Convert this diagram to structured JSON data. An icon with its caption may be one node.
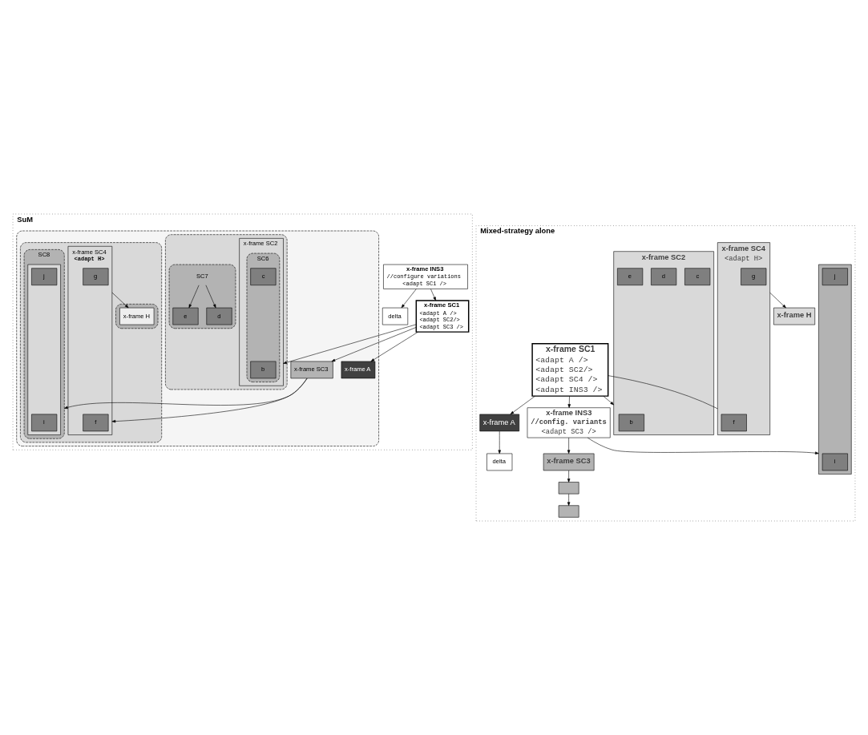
{
  "diagram": {
    "nodes": [
      {
        "text": [
          "SuM"
        ]
      },
      {
        "text": [
          "x-frame INS3",
          "//configure variations",
          "<adapt SC1 />"
        ],
        "in": 0
      },
      {
        "text": [
          "delta"
        ],
        "in": 0
      },
      {
        "text": [
          "x-frame SC1",
          "<adapt A />",
          "<adapt SC2/>",
          "<adapt SC3 />"
        ],
        "in": 0
      },
      {
        "text": [],
        "shape": "box",
        "in": 0
      },
      {
        "text": [
          "x-frame A"
        ],
        "in": 4
      },
      {
        "text": [],
        "shape": "box",
        "in": 4
      },
      {
        "text": [
          "x-frame SC2"
        ],
        "in": 6
      },
      {
        "text": [
          "SC6"
        ],
        "in": 7
      },
      {
        "text": [
          "b"
        ],
        "in": 8
      },
      {
        "text": [
          "c"
        ],
        "in": 8
      },
      {
        "text": [
          "SC7"
        ],
        "in": 6
      },
      {
        "text": [
          "e"
        ],
        "in": 11
      },
      {
        "text": [
          "d"
        ],
        "in": 11
      },
      {
        "text": [],
        "shape": "box",
        "in": 4
      },
      {
        "text": [
          "x-frame SC3"
        ],
        "in": 4
      },
      {
        "text": [
          "x-frame SC4",
          "<adapt H>"
        ],
        "in": 14
      },
      {
        "text": [
          "f"
        ],
        "in": 16
      },
      {
        "text": [
          "g"
        ],
        "in": 16
      },
      {
        "text": [],
        "shape": "box",
        "in": 14
      },
      {
        "text": [
          "x-frame H"
        ],
        "in": 19
      },
      {
        "text": [
          "SC8"
        ],
        "in": 14
      },
      {
        "text": [],
        "shape": "box",
        "in": 21
      },
      {
        "text": [
          "i"
        ],
        "in": 22
      },
      {
        "text": [
          "j"
        ],
        "in": 22
      },
      {
        "text": [
          "Mixed-strategy alone"
        ]
      },
      {
        "text": [
          "x-frame SC1",
          "<adapt A />",
          "<adapt SC2/>",
          "<adapt SC4 />",
          "<adapt INS3 />"
        ],
        "in": 25
      },
      {
        "text": [
          "x-frame A"
        ],
        "in": 25
      },
      {
        "text": [
          "delta"
        ],
        "in": 25
      },
      {
        "text": [
          "x-frame SC2"
        ],
        "in": 25
      },
      {
        "text": [
          "b"
        ],
        "in": 29
      },
      {
        "text": [
          "c"
        ],
        "in": 29
      },
      {
        "text": [
          "d"
        ],
        "in": 29
      },
      {
        "text": [
          "e"
        ],
        "in": 29
      },
      {
        "text": [
          "x-frame SC4",
          "<adapt H>"
        ],
        "in": 25
      },
      {
        "text": [
          "f"
        ],
        "in": 34
      },
      {
        "text": [
          "g"
        ],
        "in": 34
      },
      {
        "text": [
          "x-frame H"
        ],
        "in": 25
      },
      {
        "text": [
          "x-frame INS3",
          "//config. variants",
          "<adapt SC3 />"
        ],
        "in": 25
      },
      {
        "text": [
          "x-frame SC3"
        ],
        "in": 25
      },
      {
        "text": [],
        "shape": "box",
        "in": 25
      },
      {
        "text": [
          "i"
        ],
        "in": 40
      },
      {
        "text": [
          "j"
        ],
        "in": 40
      },
      {
        "text": [],
        "shape": "box",
        "in": 25
      },
      {
        "text": [],
        "shape": "box",
        "in": 25
      }
    ],
    "edges": [
      {
        "from": 1,
        "to": 3,
        "arrow": "to"
      },
      {
        "from": 1,
        "to": 2,
        "arrow": "to"
      },
      {
        "from": 3,
        "to": 5,
        "arrow": "to"
      },
      {
        "from": 3,
        "to": 7,
        "arrow": "to"
      },
      {
        "from": 3,
        "to": 15,
        "arrow": "to"
      },
      {
        "from": 15,
        "to": 16,
        "arrow": "to"
      },
      {
        "from": 15,
        "to": 21,
        "arrow": "to"
      },
      {
        "from": 16,
        "to": 20,
        "arrow": "to"
      },
      {
        "from": 11,
        "to": 12,
        "arrow": "to"
      },
      {
        "from": 11,
        "to": 13,
        "arrow": "to"
      },
      {
        "from": 26,
        "to": 27,
        "arrow": "to"
      },
      {
        "from": 26,
        "to": 29,
        "arrow": "to"
      },
      {
        "from": 26,
        "to": 34,
        "arrow": "none"
      },
      {
        "from": 26,
        "to": 38,
        "arrow": "to"
      },
      {
        "from": 27,
        "to": 28,
        "arrow": "to"
      },
      {
        "from": 34,
        "to": 37,
        "arrow": "to"
      },
      {
        "from": 38,
        "to": 39,
        "arrow": "to"
      },
      {
        "from": 38,
        "to": 40,
        "arrow": "to"
      },
      {
        "from": 39,
        "to": 43,
        "arrow": "to"
      },
      {
        "from": 43,
        "to": 44,
        "arrow": "to"
      }
    ]
  }
}
